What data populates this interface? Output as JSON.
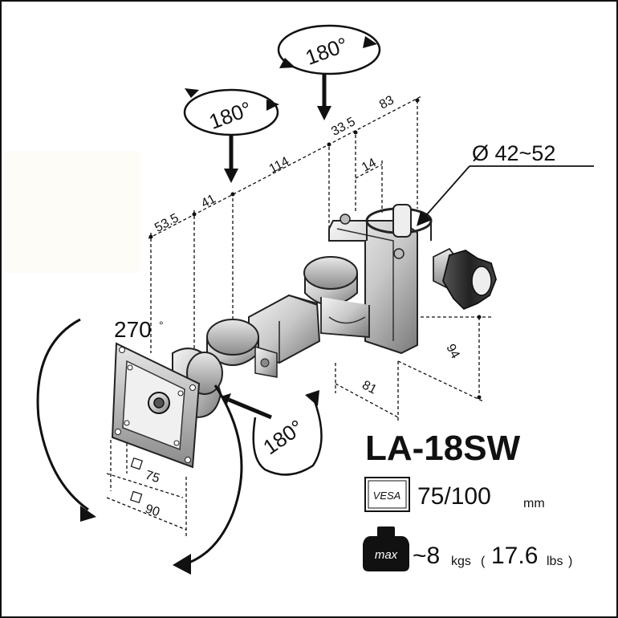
{
  "product": {
    "model": "LA-18SW",
    "vesa_label": "VESA",
    "vesa_value": "75/100",
    "vesa_unit": "mm",
    "max_label": "max",
    "load_value": "~8",
    "load_unit_kgs": "kgs",
    "load_paren_open": "(",
    "load_value_lbs": "17.6",
    "load_unit_lbs": "lbs",
    "load_paren_close": ")"
  },
  "rotations": {
    "top_pivot": "180°",
    "mid_pivot": "180°",
    "tilt": "180°",
    "panel": "270"
  },
  "dimensions": {
    "pole_diameter": "Ø 42~52",
    "d_53_5": "53.5",
    "d_41": "41",
    "d_114": "114",
    "d_33_5": "33.5",
    "d_83": "83",
    "d_14": "14",
    "d_94": "94",
    "d_81": "81",
    "vesa_75": "75",
    "vesa_90": "90"
  }
}
